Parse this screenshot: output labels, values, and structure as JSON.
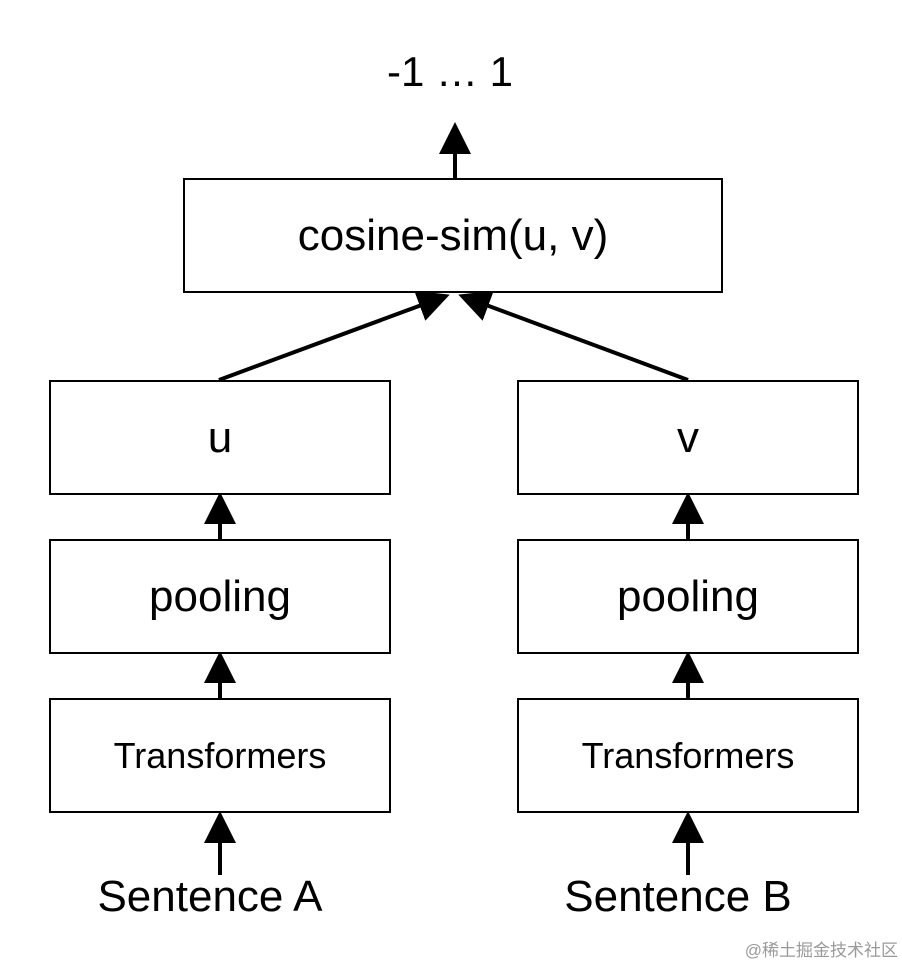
{
  "diagram": {
    "output_label": "-1 … 1",
    "similarity_box": "cosine-sim(u, v)",
    "left": {
      "embedding": "u",
      "pooling": "pooling",
      "encoder": "Transformers",
      "input": "Sentence A"
    },
    "right": {
      "embedding": "v",
      "pooling": "pooling",
      "encoder": "Transformers",
      "input": "Sentence B"
    },
    "watermark": "@稀土掘金技术社区"
  }
}
